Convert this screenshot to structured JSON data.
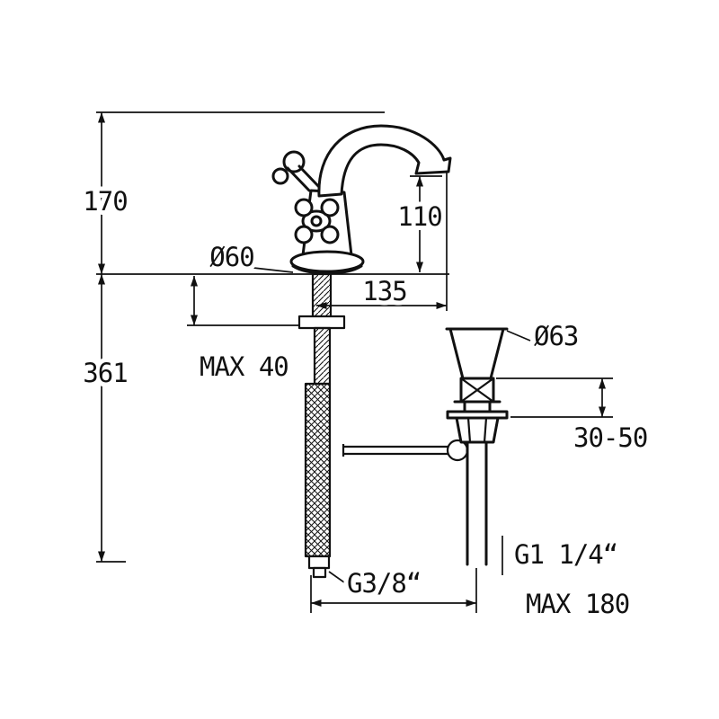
{
  "page": {
    "background": "#ffffff",
    "line_color": "#111111"
  },
  "labels": {
    "h170": "170",
    "h361": "361",
    "h110": "110",
    "d60": "Ø60",
    "w135": "135",
    "max40": "MAX 40",
    "d63": "Ø63",
    "r3050": "30-50",
    "g114": "G1 1/4“",
    "g38": "G3/8“",
    "max180": "MAX 180"
  }
}
